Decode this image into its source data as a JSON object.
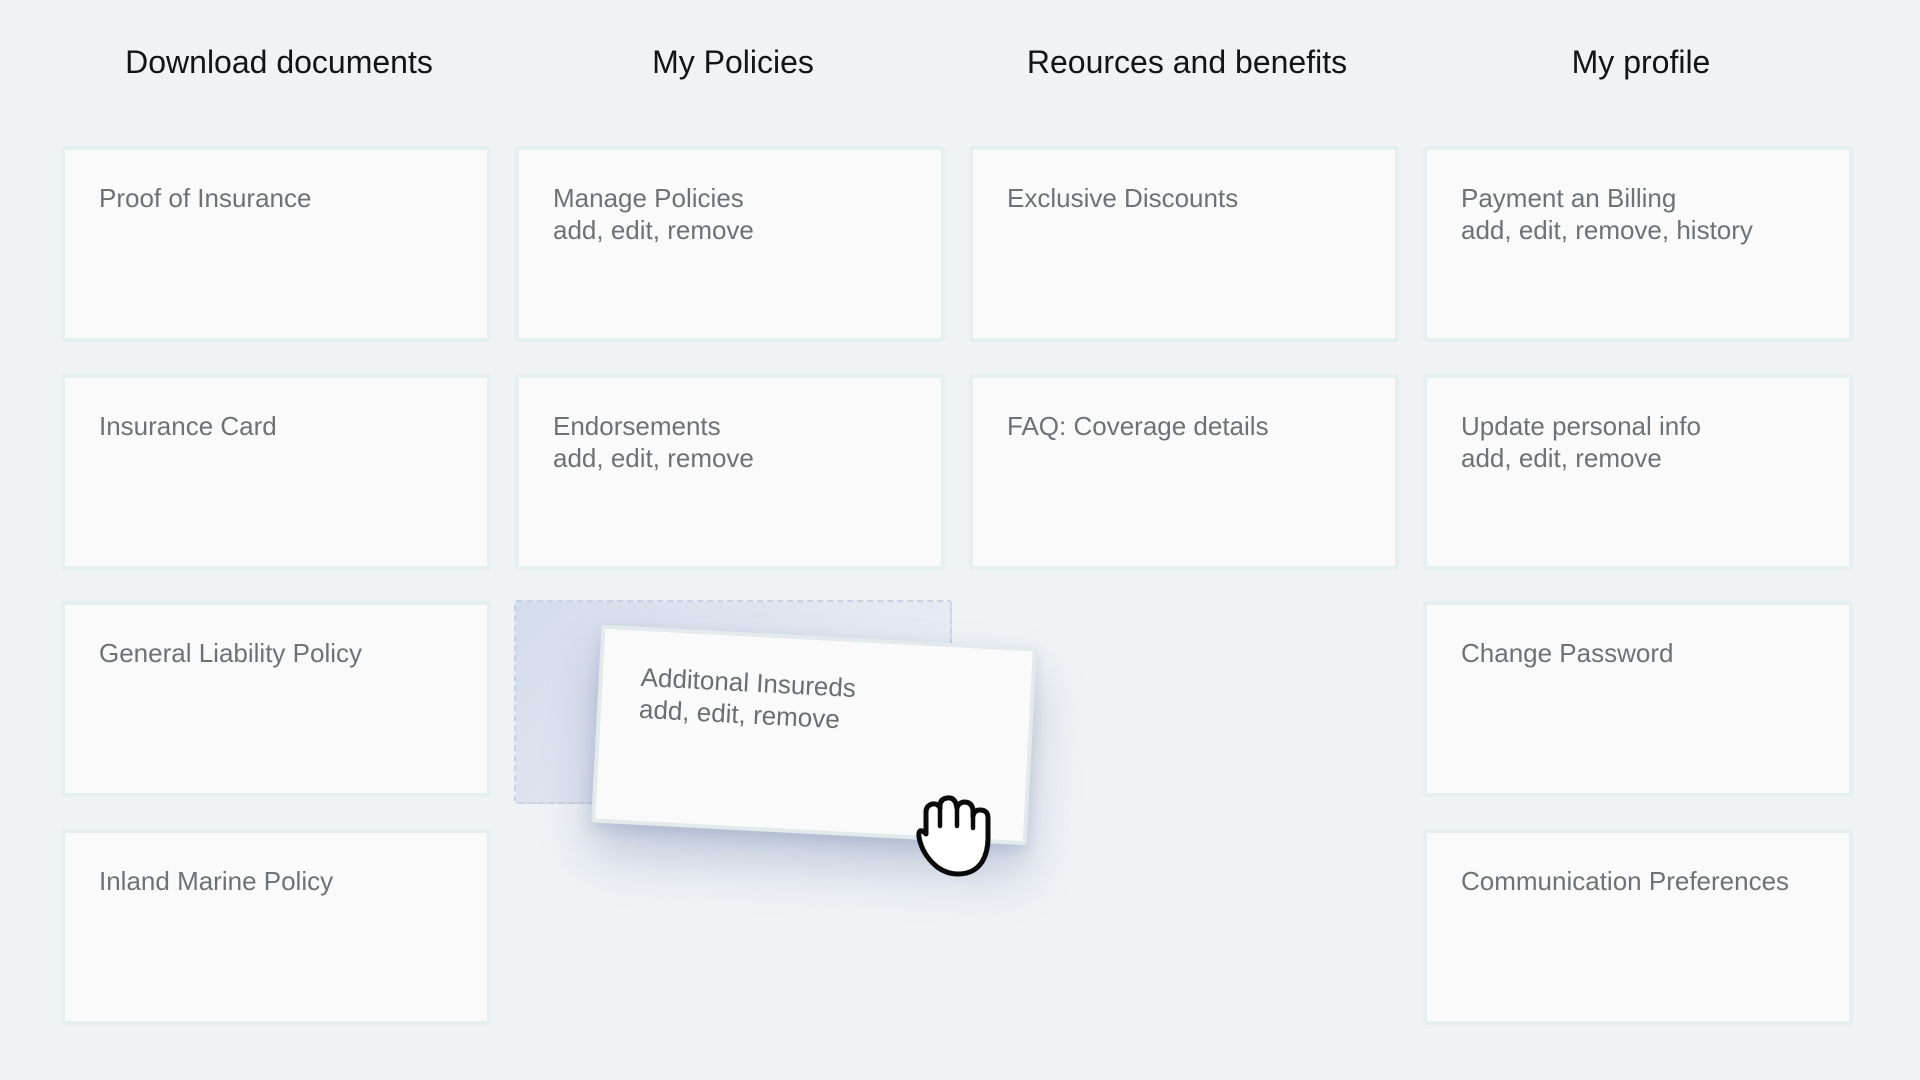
{
  "columns": [
    {
      "heading": "Download documents",
      "cards": [
        {
          "title": "Proof of Insurance"
        },
        {
          "title": "Insurance Card"
        },
        {
          "title": "General Liability Policy"
        },
        {
          "title": "Inland Marine Policy"
        }
      ]
    },
    {
      "heading": "My Policies",
      "cards": [
        {
          "title": "Manage Policies",
          "subtitle": "add, edit, remove"
        },
        {
          "title": "Endorsements",
          "subtitle": "add, edit, remove"
        }
      ]
    },
    {
      "heading": "Reources and benefits",
      "cards": [
        {
          "title": "Exclusive Discounts"
        },
        {
          "title": "FAQ: Coverage details"
        }
      ]
    },
    {
      "heading": "My profile",
      "cards": [
        {
          "title": "Payment an Billing",
          "subtitle": "add, edit, remove, history"
        },
        {
          "title": "Update personal info",
          "subtitle": "add, edit, remove"
        },
        {
          "title": "Change Password"
        },
        {
          "title": "Communication Preferences"
        }
      ]
    }
  ],
  "dragged_card": {
    "title": "Additonal Insureds",
    "subtitle": "add, edit, remove",
    "from_column": "My Policies"
  },
  "cursor": {
    "icon": "grabbing-hand-icon"
  },
  "colors": {
    "background": "#eff3f6",
    "card": "#fafafa",
    "card_border": "#e6efef",
    "heading_text": "#111418",
    "card_text": "#6f7274",
    "drop_slot": "#d5dcea"
  }
}
